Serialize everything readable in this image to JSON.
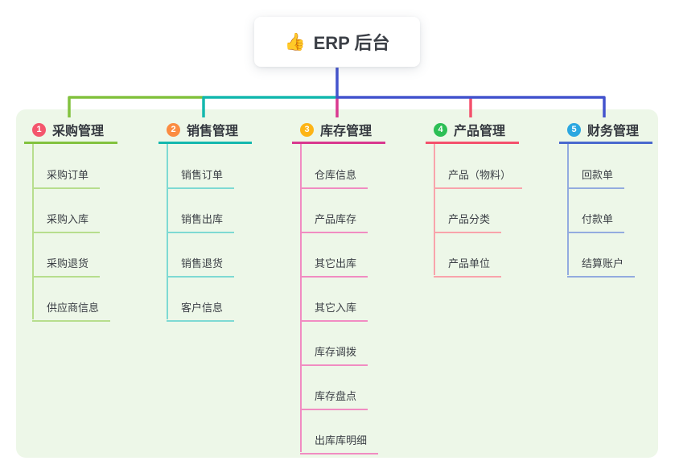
{
  "root": {
    "icon": "thumbs-up",
    "icon_char": "👍",
    "label": "ERP 后台"
  },
  "connectors": {
    "root_stem_color": "#4353cd",
    "bus_segment_colors": [
      "#82c23e",
      "#14b8ae",
      "#4353cd"
    ],
    "drop_colors": [
      "#82c23e",
      "#14b8ae",
      "#d9388f",
      "#f4516c",
      "#4353cd"
    ]
  },
  "panel_color": "#edf7e8",
  "branches": [
    {
      "number": "1",
      "label": "采购管理",
      "badge_color": "#f4566d",
      "line_color": "#82c23e",
      "child_line_color": "#b7de8d",
      "children": [
        "采购订单",
        "采购入库",
        "采购退货",
        "供应商信息"
      ]
    },
    {
      "number": "2",
      "label": "销售管理",
      "badge_color": "#fb8c41",
      "line_color": "#14b8ae",
      "child_line_color": "#7edad3",
      "children": [
        "销售订单",
        "销售出库",
        "销售退货",
        "客户信息"
      ]
    },
    {
      "number": "3",
      "label": "库存管理",
      "badge_color": "#fdb415",
      "line_color": "#d9388f",
      "child_line_color": "#f18cc2",
      "children": [
        "仓库信息",
        "产品库存",
        "其它出库",
        "其它入库",
        "库存调拨",
        "库存盘点",
        "出库库明细"
      ]
    },
    {
      "number": "4",
      "label": "产品管理",
      "badge_color": "#2dbf55",
      "line_color": "#f4516c",
      "child_line_color": "#f9a3ab",
      "children": [
        "产品（物料）",
        "产品分类",
        "产品单位"
      ]
    },
    {
      "number": "5",
      "label": "财务管理",
      "badge_color": "#2ba7e0",
      "line_color": "#4a69ce",
      "child_line_color": "#93abdf",
      "children": [
        "回款单",
        "付款单",
        "结算账户"
      ]
    }
  ]
}
